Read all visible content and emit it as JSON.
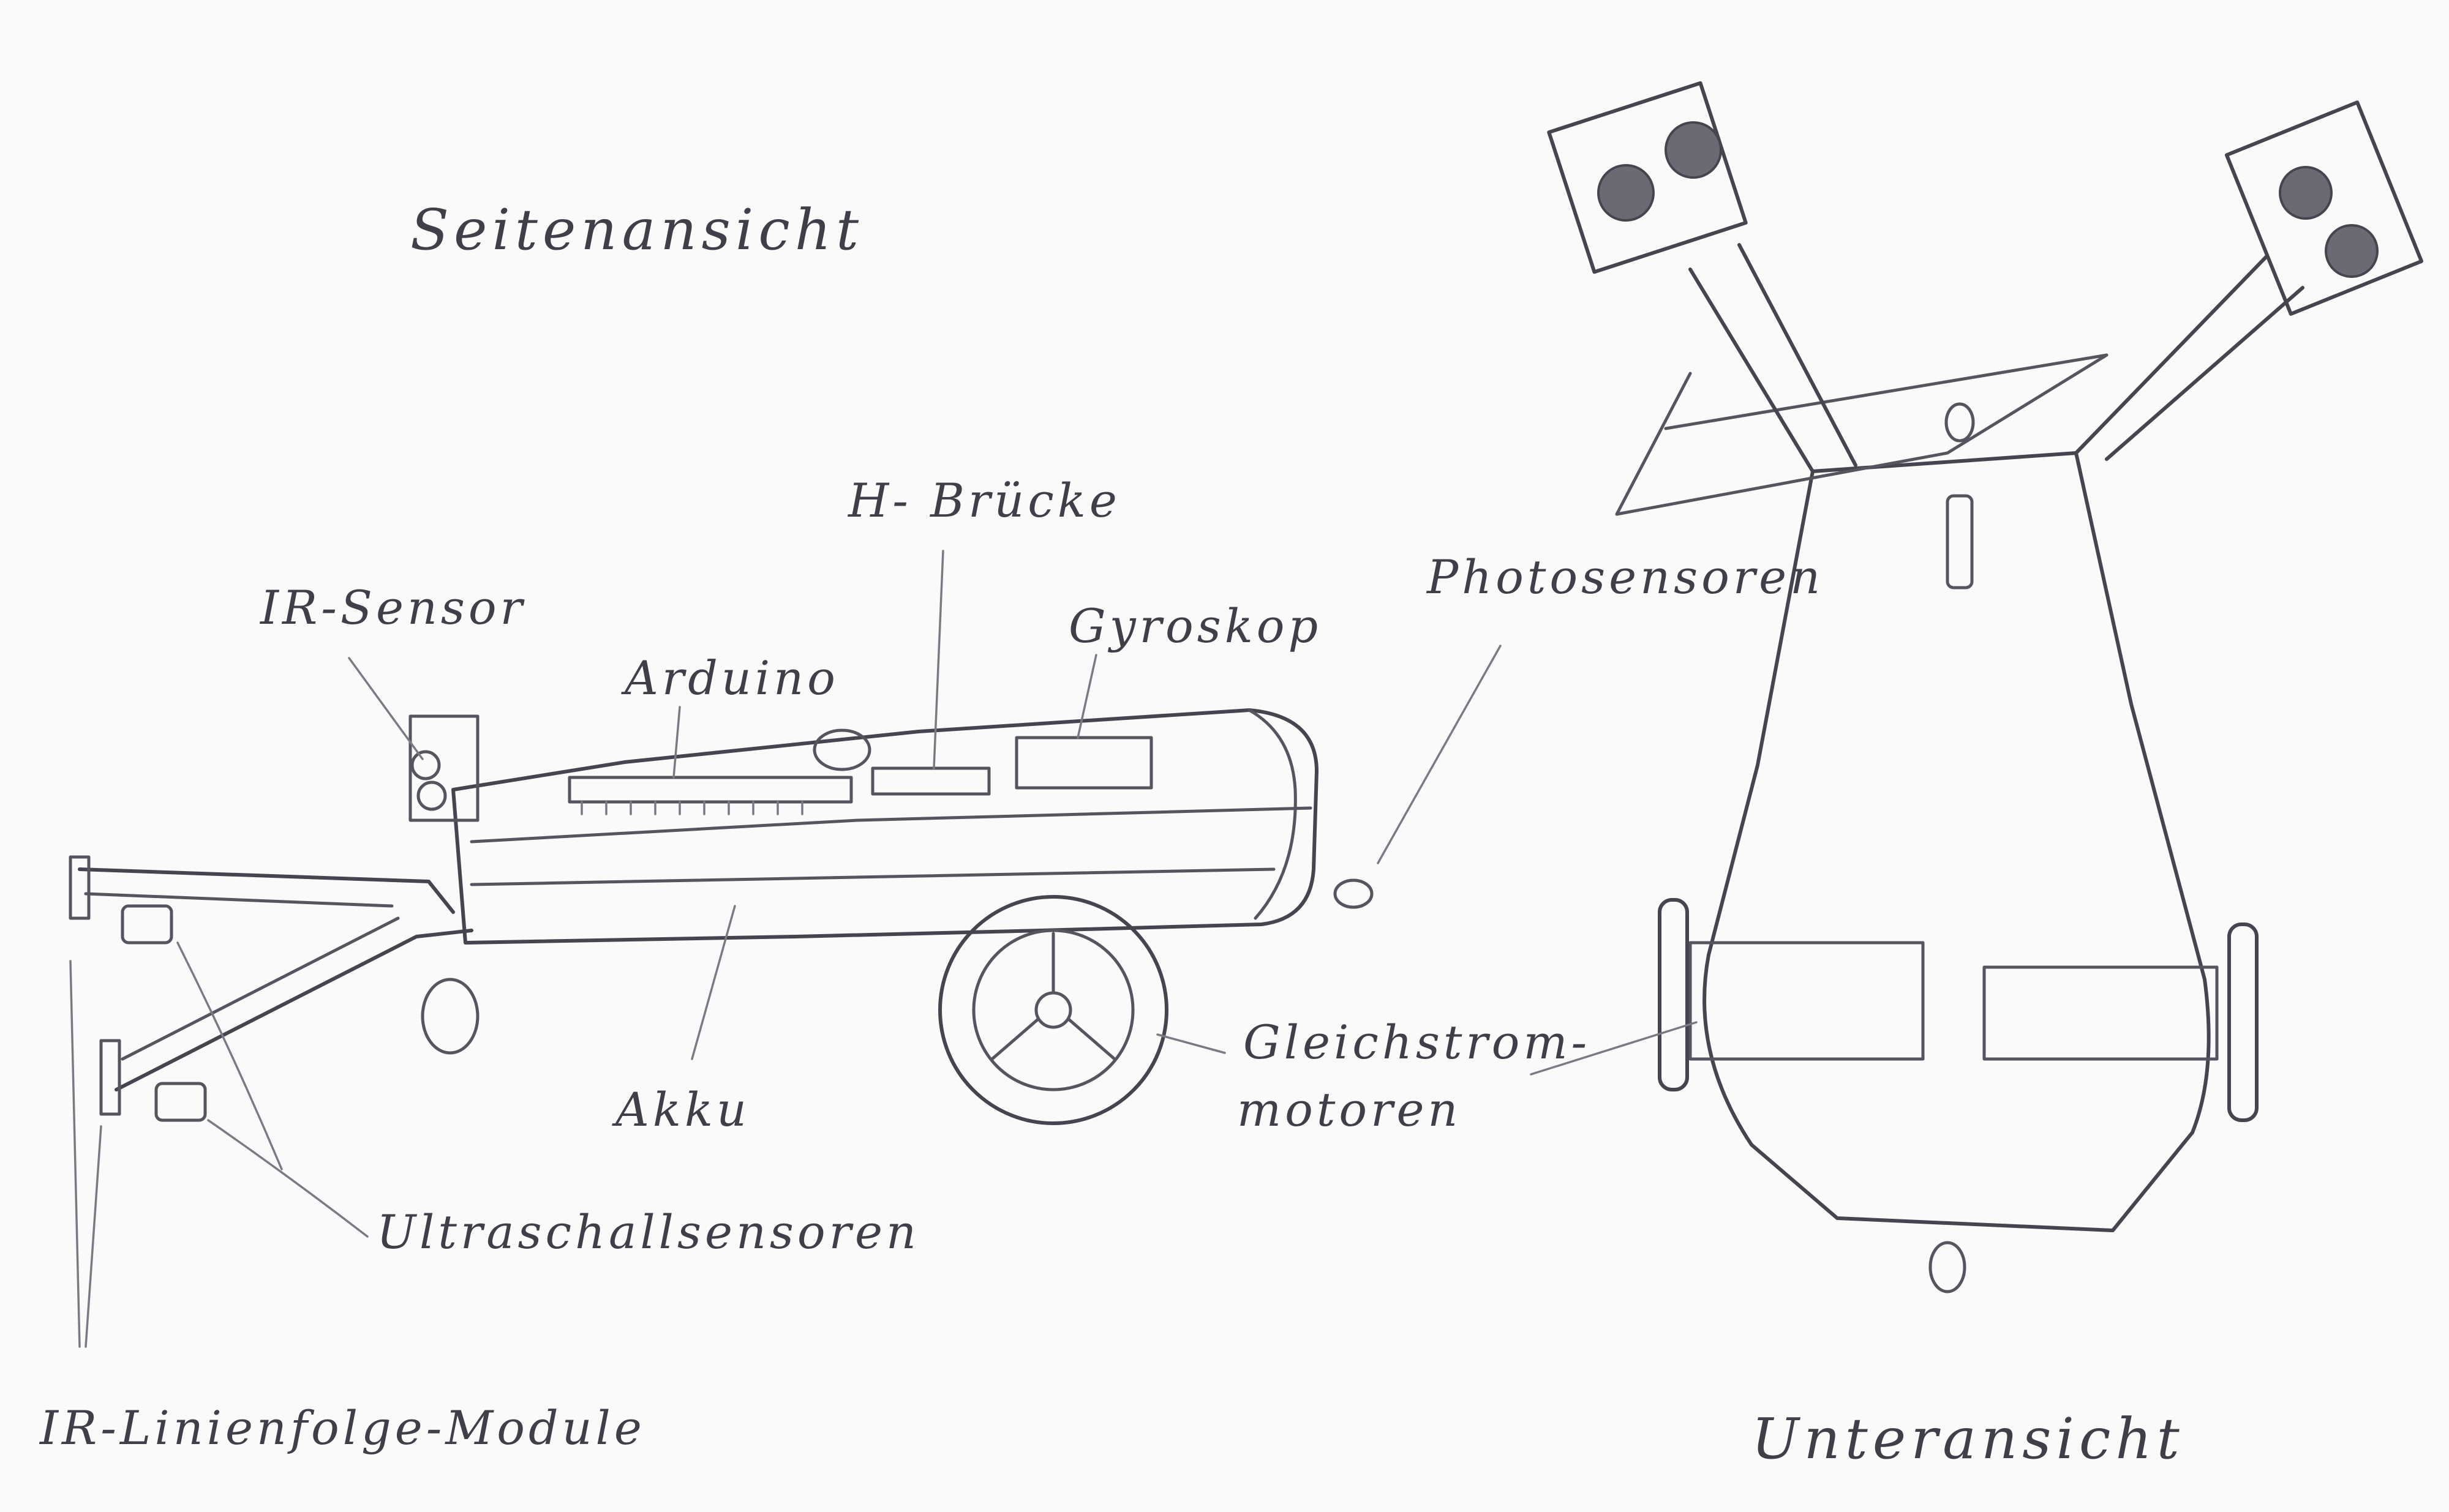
{
  "titles": {
    "side_view": "Seitenansicht",
    "bottom_view": "Unteransicht"
  },
  "labels": {
    "h_bridge": "H- Brücke",
    "ir_sensor": "IR-Sensor",
    "arduino": "Arduino",
    "gyroscope": "Gyroskop",
    "photosensors": "Photosensoren",
    "battery": "Akku",
    "dc_motors_line1": "Gleichstrom-",
    "dc_motors_line2": "motoren",
    "ultrasonic_sensors": "Ultraschallsensoren",
    "ir_line_modules": "IR-Linienfolge-Module"
  }
}
